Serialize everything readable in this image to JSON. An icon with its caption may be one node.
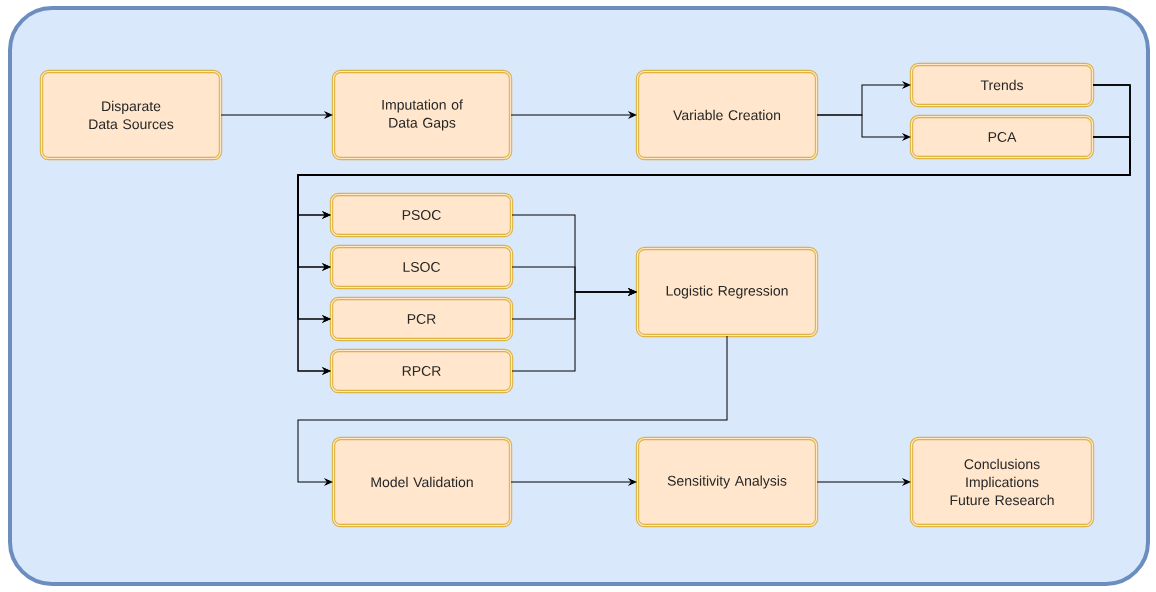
{
  "diagram": {
    "nodes": [
      {
        "text": [],
        "shape": "box"
      },
      {
        "text": [
          "Disparate Data Sources"
        ],
        "in": 0
      },
      {
        "text": [
          "Imputation of Data Gaps"
        ],
        "in": 0
      },
      {
        "text": [
          "Variable Creation"
        ],
        "in": 0
      },
      {
        "text": [
          "Trends"
        ],
        "in": 0
      },
      {
        "text": [
          "PCA"
        ],
        "in": 0
      },
      {
        "text": [
          "PSOC"
        ],
        "in": 0
      },
      {
        "text": [
          "LSOC"
        ],
        "in": 0
      },
      {
        "text": [
          "PCR"
        ],
        "in": 0
      },
      {
        "text": [
          "RPCR"
        ],
        "in": 0
      },
      {
        "text": [
          "Logistic Regression"
        ],
        "in": 0
      },
      {
        "text": [
          "Model Validation"
        ],
        "in": 0
      },
      {
        "text": [
          "Sensitivity Analysis"
        ],
        "in": 0
      },
      {
        "text": [
          "Conclusions",
          "Implications",
          "Future Research"
        ],
        "in": 0
      }
    ],
    "edges": [
      {
        "from": 1,
        "to": 2,
        "arrow": "to"
      },
      {
        "from": 2,
        "to": 3,
        "arrow": "to"
      },
      {
        "from": 3,
        "to": 4,
        "arrow": "to"
      },
      {
        "from": 3,
        "to": 5,
        "arrow": "to"
      },
      {
        "from": 4,
        "to": 6,
        "arrow": "to"
      },
      {
        "from": 4,
        "to": 7,
        "arrow": "to"
      },
      {
        "from": 4,
        "to": 8,
        "arrow": "to"
      },
      {
        "from": 4,
        "to": 9,
        "arrow": "to"
      },
      {
        "from": 5,
        "to": 6,
        "arrow": "to"
      },
      {
        "from": 5,
        "to": 7,
        "arrow": "to"
      },
      {
        "from": 5,
        "to": 8,
        "arrow": "to"
      },
      {
        "from": 5,
        "to": 9,
        "arrow": "to"
      },
      {
        "from": 6,
        "to": 10,
        "arrow": "to"
      },
      {
        "from": 7,
        "to": 10,
        "arrow": "to"
      },
      {
        "from": 8,
        "to": 10,
        "arrow": "to"
      },
      {
        "from": 9,
        "to": 10,
        "arrow": "to"
      },
      {
        "from": 10,
        "to": 11,
        "arrow": "to"
      },
      {
        "from": 11,
        "to": 12,
        "arrow": "to"
      },
      {
        "from": 12,
        "to": 13,
        "arrow": "to"
      }
    ]
  }
}
